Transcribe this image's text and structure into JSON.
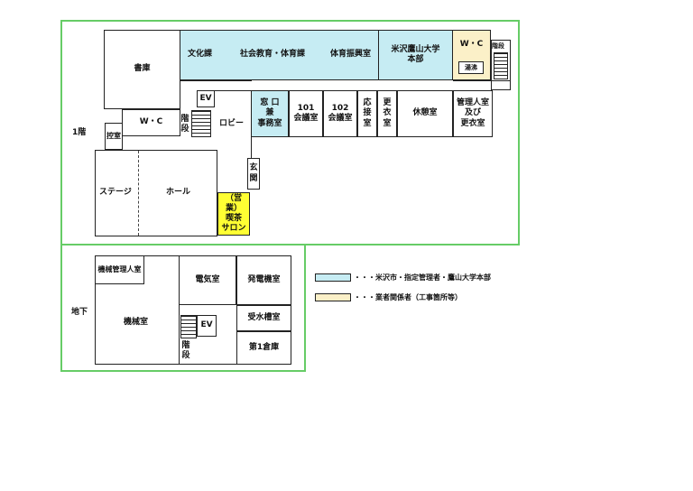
{
  "floor_labels": {
    "first": "1階",
    "basement": "地下"
  },
  "first_floor": {
    "shoko": "書庫",
    "bunka": "文化課",
    "shakai": "社会教育・体育課",
    "taiiku_shinko": "体育振興室",
    "yonezawa_u": "米沢鷹山大学\n本部",
    "wc_right": "W・C",
    "yuwakashi": "湯沸",
    "kaidan_right": "階段",
    "ev": "EV",
    "wc_left": "W・C",
    "kaidan": "階\n段",
    "lobby": "ロビー",
    "hikae": "控室",
    "madoguchi": "窓 口\n兼\n事務室",
    "kaigi101": "101\n会議室",
    "kaigi102": "102\n会議室",
    "osetsu": "応\n接\n室",
    "kouishitsu": "更\n衣\n室",
    "kyukei": "休憩室",
    "kanrinin": "管理人室\n及び\n更衣室",
    "genkan": "玄\n関",
    "stage": "ステージ",
    "hall": "ホール",
    "kissa": "（営業）\n喫茶\nサロン"
  },
  "basement": {
    "kikai_kanri": "機械管理人室",
    "kikai": "機械室",
    "denki": "電気室",
    "hatsuden": "発電機室",
    "ev": "EV",
    "jusui": "受水槽室",
    "souko1": "第1倉庫",
    "kaidan": "階\n段"
  },
  "legend": [
    {
      "label": "・・・米沢市・指定管理者・鷹山大学本部",
      "color": "#c6ecf3"
    },
    {
      "label": "・・・業者関係者（工事箇所等）",
      "color": "#fbf0c8"
    }
  ],
  "colors": {
    "frame": "#66cc66",
    "blue": "#c6ecf3",
    "beige": "#fbf0c8",
    "yellow": "#ffff33"
  }
}
